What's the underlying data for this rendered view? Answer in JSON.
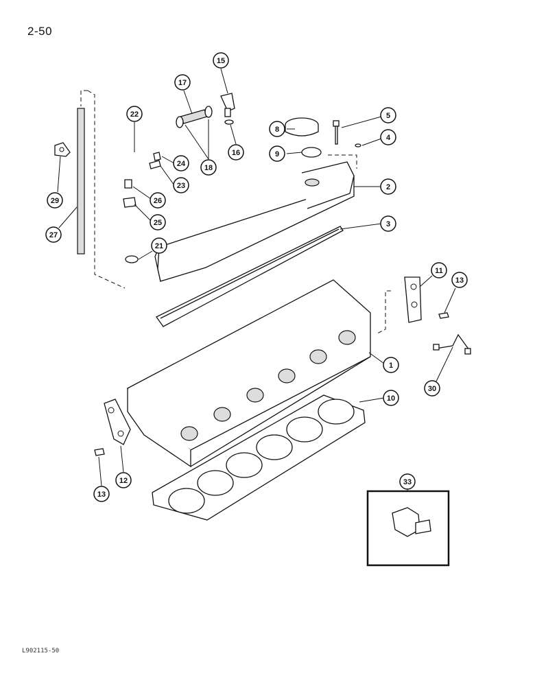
{
  "page_label": "2-50",
  "figure_code": "L902115-50",
  "callouts": [
    "15",
    "17",
    "22",
    "8",
    "5",
    "9",
    "4",
    "24",
    "23",
    "2",
    "26",
    "29",
    "25",
    "3",
    "27",
    "21",
    "11",
    "13",
    "1",
    "30",
    "10",
    "12",
    "13",
    "33",
    "16",
    "18"
  ]
}
